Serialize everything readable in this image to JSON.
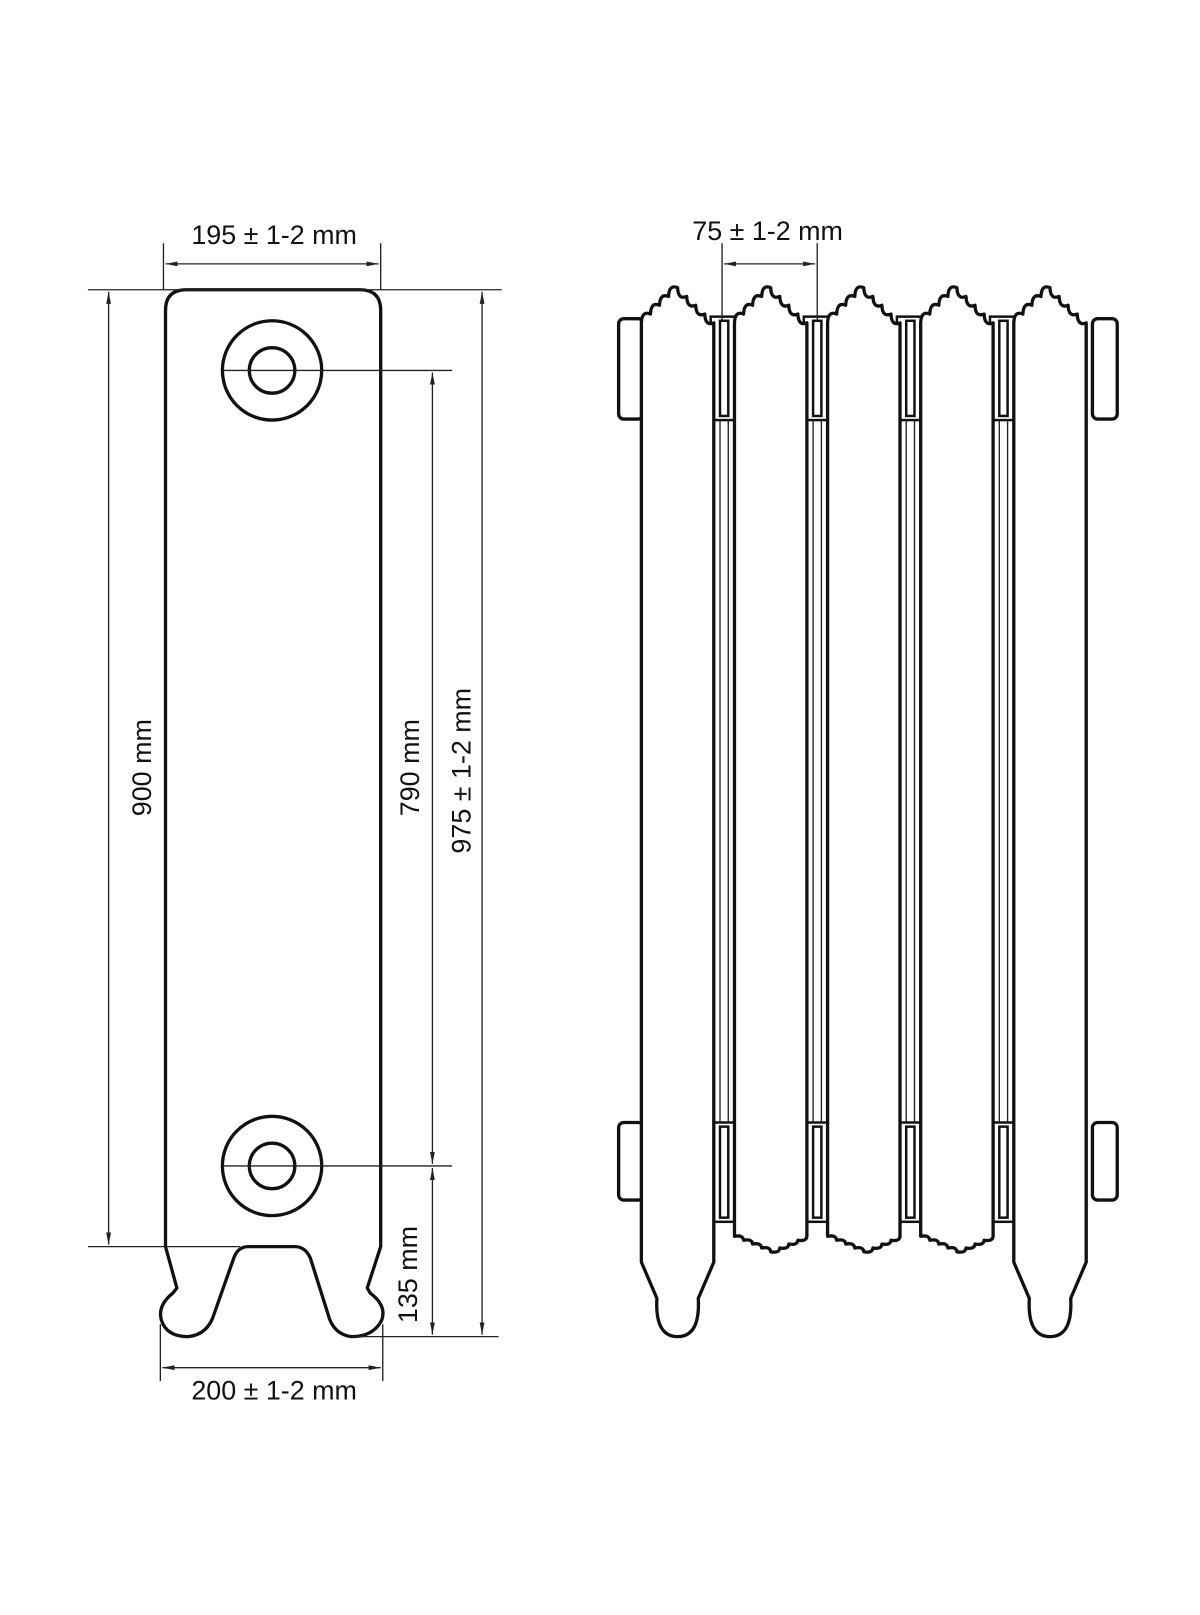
{
  "front_view": {
    "width_top": "195 ± 1-2 mm",
    "width_bottom": "200 ± 1-2 mm",
    "height_body": "900 mm",
    "axis_distance": "790 mm",
    "height_total": "975 ± 1-2 mm",
    "bottom_axis_height": "135 mm"
  },
  "side_view": {
    "section_pitch": "75 ± 1-2 mm",
    "section_count": 5
  },
  "colors": {
    "line": "#111111",
    "background": "#ffffff"
  }
}
